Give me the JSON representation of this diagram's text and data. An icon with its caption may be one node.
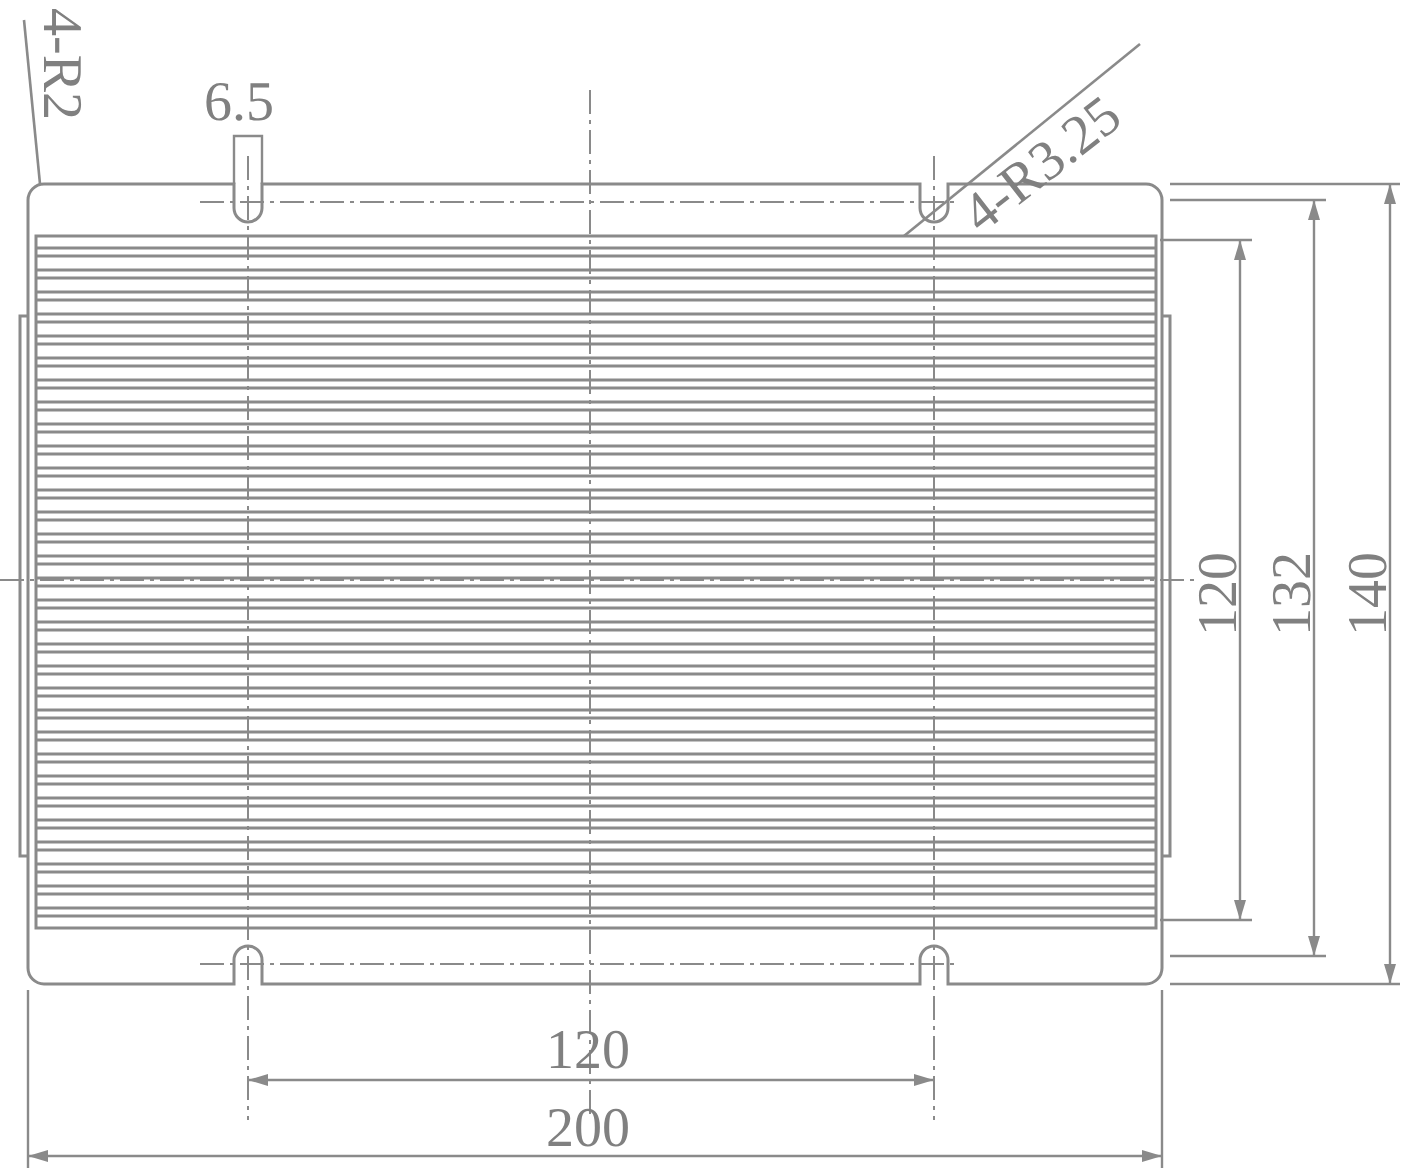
{
  "diagram": {
    "nodes": [
      {
        "text": [
          "4-R2"
        ]
      },
      {
        "text": [
          "4-R3.25"
        ]
      }
    ],
    "edges": [
      {
        "from": 0,
        "to": null,
        "arrow": "none"
      },
      {
        "from": 1,
        "to": null,
        "arrow": "none"
      }
    ],
    "labels": [
      "6.5",
      "120",
      "132",
      "140",
      "120",
      "200"
    ]
  }
}
